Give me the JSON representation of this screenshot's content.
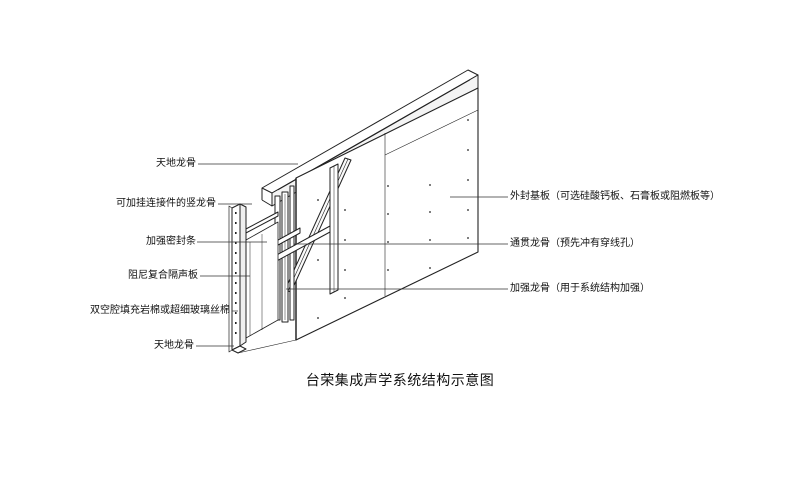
{
  "labels": {
    "left": [
      "天地龙骨",
      "可加挂连接件的竖龙骨",
      "加强密封条",
      "阻尼复合隔声板",
      "双空腔填充岩棉或超细玻璃丝棉",
      "天地龙骨"
    ],
    "right": [
      "外封基板（可选硅酸钙板、石膏板或阻燃板等）",
      "通贯龙骨（预先冲有穿线孔）",
      "加强龙骨（用于系统结构加强）"
    ]
  },
  "caption": "台荣集成声学系统结构示意图"
}
